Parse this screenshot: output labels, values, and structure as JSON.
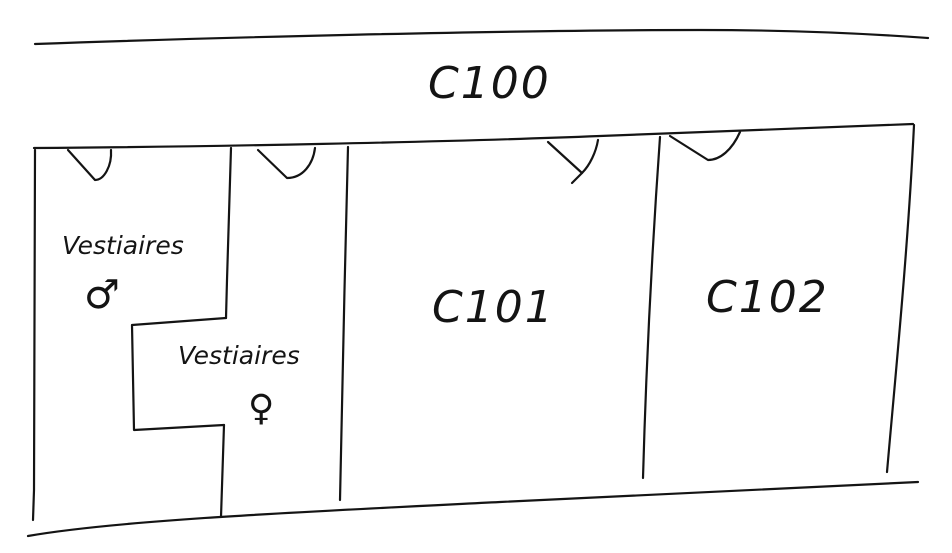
{
  "rooms": {
    "corridor": "C100",
    "room_a": "C101",
    "room_b": "C102"
  },
  "lockers": {
    "men": {
      "label": "Vestiaires",
      "symbol": "♂"
    },
    "women": {
      "label": "Vestiaires",
      "symbol": "♀"
    }
  },
  "colors": {
    "ink": "#141414",
    "paper": "#ffffff"
  }
}
